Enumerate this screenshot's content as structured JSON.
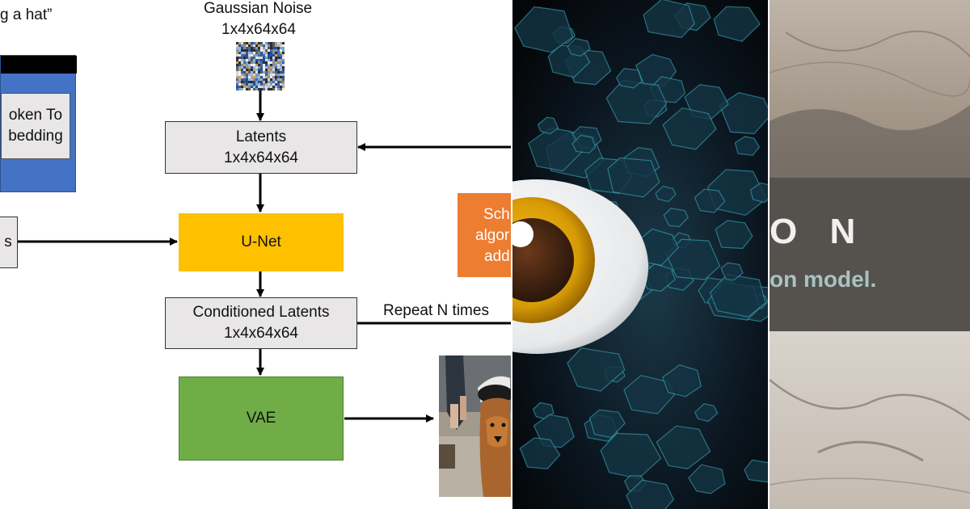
{
  "diagram": {
    "prompt_fragment": "g a hat”",
    "noise_title": "Gaussian Noise",
    "noise_dims": "1x4x64x64",
    "token_box_line1": "oken To",
    "token_box_line2": "bedding",
    "left_box_fragment": "s",
    "latents_title": "Latents",
    "latents_dims": "1x4x64x64",
    "unet_label": "U-Net",
    "conditioned_title": "Conditioned Latents",
    "conditioned_dims": "1x4x64x64",
    "repeat_label": "Repeat N times",
    "vae_label": "VAE",
    "scheduler_line1": "Sch",
    "scheduler_line2": "algor",
    "scheduler_line3": "add",
    "colors": {
      "token_box": "#4472c4",
      "token_header": "#000000",
      "unet": "#ffc000",
      "vae": "#70ad47",
      "scheduler": "#ed7d31",
      "gray_box": "#e8e6e6"
    }
  },
  "banner": {
    "title_fragment": "O N",
    "subtitle_fragment": "on model."
  }
}
